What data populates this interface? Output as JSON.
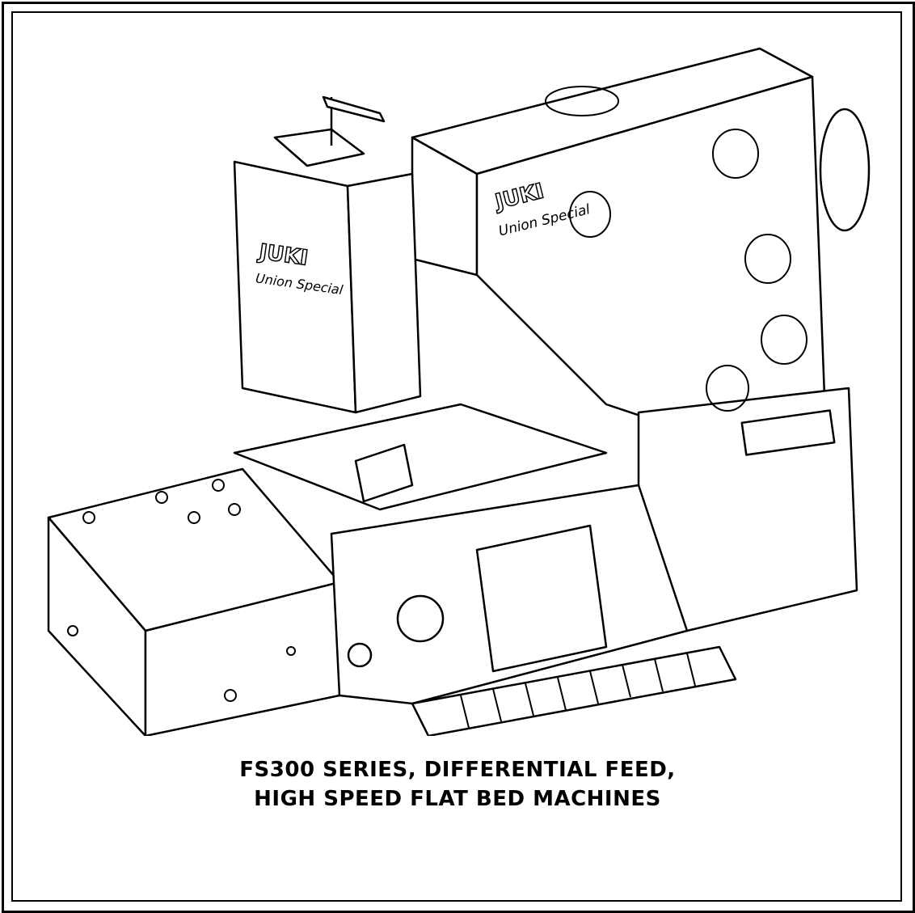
{
  "caption": {
    "line1": "FS300 SERIES, DIFFERENTIAL FEED,",
    "line2": "HIGH SPEED FLAT BED MACHINES"
  },
  "illustration": {
    "brand_logo": "JUKI",
    "brand_script": "Union Special"
  }
}
